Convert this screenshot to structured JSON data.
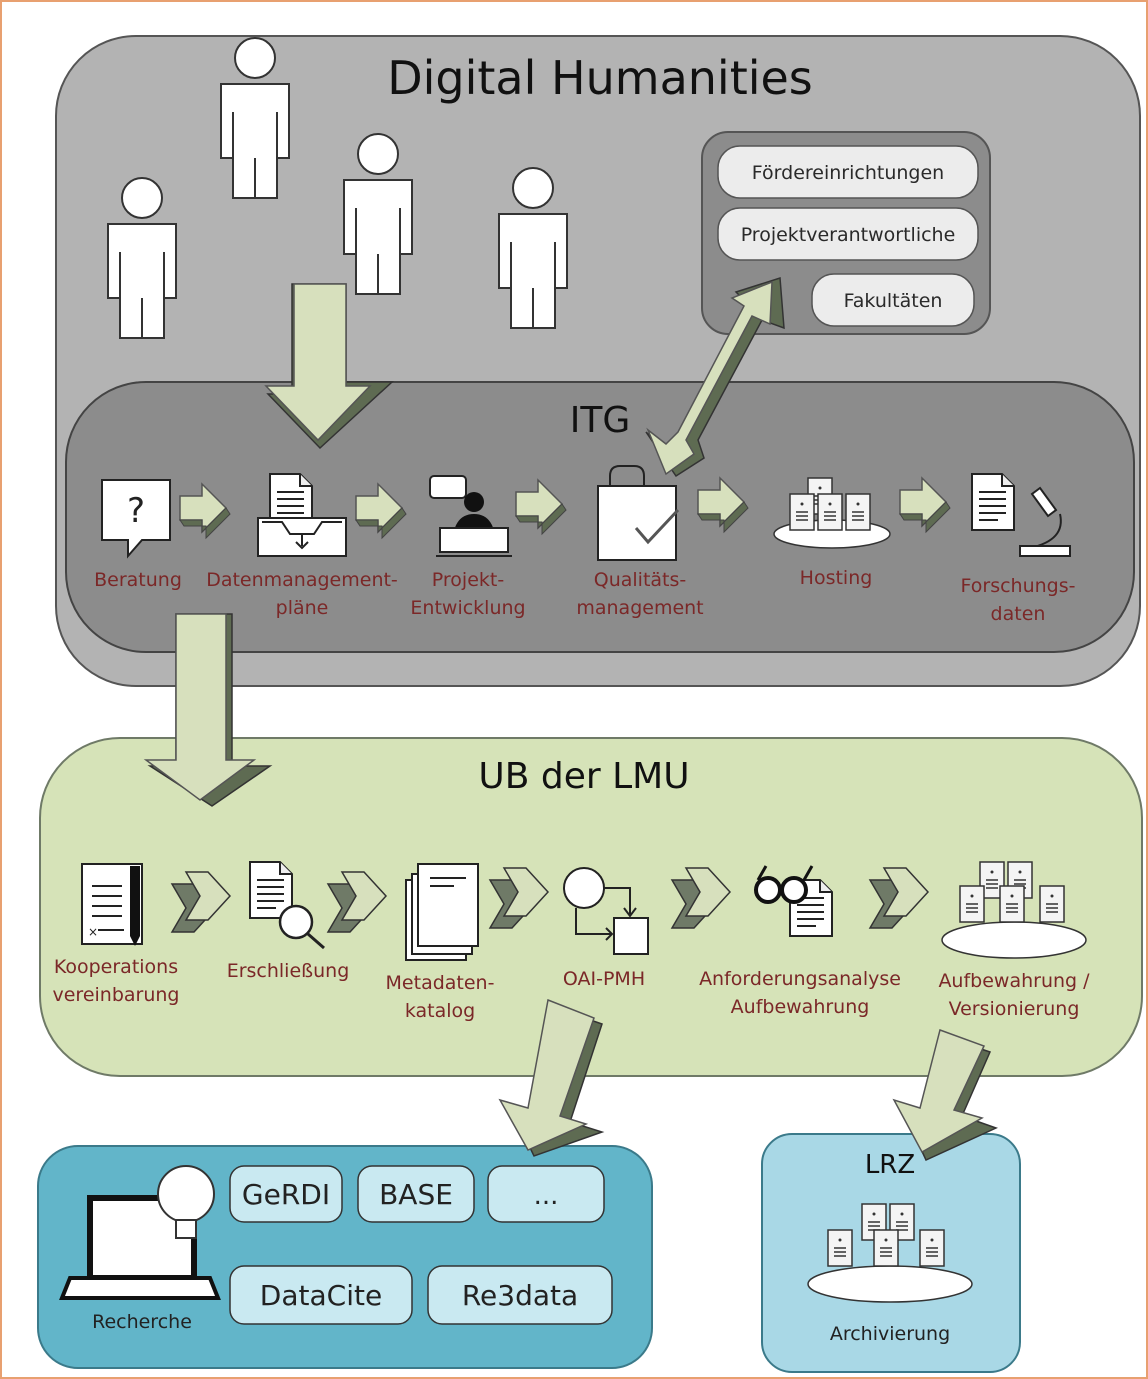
{
  "title": "Digital Humanities",
  "stakeholders": [
    "Fördereinrichtungen",
    "Projektverantwortliche",
    "Fakultäten"
  ],
  "itg": {
    "title": "ITG",
    "steps": [
      {
        "line1": "Beratung",
        "line2": ""
      },
      {
        "line1": "Datenmanagement-",
        "line2": "pläne"
      },
      {
        "line1": "Projekt-",
        "line2": "Entwicklung"
      },
      {
        "line1": "Qualitäts-",
        "line2": "management"
      },
      {
        "line1": "Hosting",
        "line2": ""
      },
      {
        "line1": "Forschungs-",
        "line2": "daten"
      }
    ]
  },
  "ub": {
    "title": "UB der LMU",
    "steps": [
      {
        "line1": "Kooperations",
        "line2": "vereinbarung"
      },
      {
        "line1": "Erschließung",
        "line2": ""
      },
      {
        "line1": "Metadaten-",
        "line2": "katalog"
      },
      {
        "line1": "OAI-PMH",
        "line2": ""
      },
      {
        "line1": "Anforderungsanalyse",
        "line2": "Aufbewahrung"
      },
      {
        "line1": "Aufbewahrung /",
        "line2": "Versionierung"
      }
    ]
  },
  "research": {
    "label": "Recherche",
    "services": [
      "GeRDI",
      "BASE",
      "...",
      "DataCite",
      "Re3data"
    ]
  },
  "lrz": {
    "title": "LRZ",
    "label": "Archivierung"
  },
  "colors": {
    "frame": "#e8a070",
    "dh_box": "#b3b3b3",
    "itg_box": "#8c8c8c",
    "ub_box": "#d6e3b8",
    "research_box": "#62b5c9",
    "lrz_box": "#a9d8e6",
    "arrow": "#d7e0bd",
    "label": "#7b2828"
  }
}
